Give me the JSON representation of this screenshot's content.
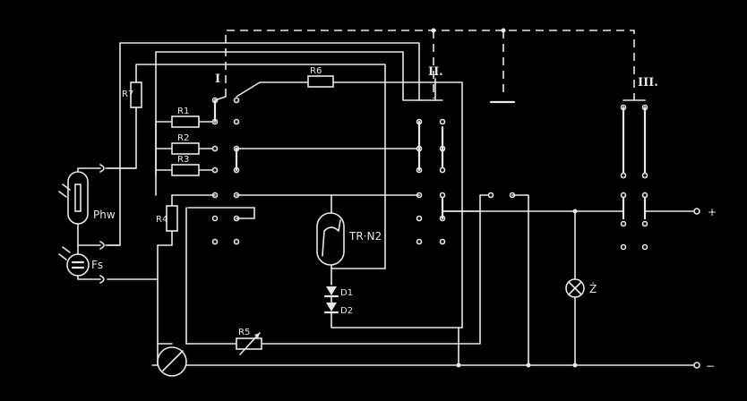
{
  "labels": {
    "r7": "R7",
    "r1": "R1",
    "r2": "R2",
    "r3": "R3",
    "r4": "R4",
    "r6": "R6",
    "r5": "R5",
    "phw": "Phw",
    "fs": "Fs",
    "trn2": "TR·N2",
    "d1": "D1",
    "d2": "D2",
    "lamp": "Ż",
    "plus": "+",
    "minus": "−",
    "sw1": "I",
    "sw2": "II.",
    "sw3": "III."
  }
}
